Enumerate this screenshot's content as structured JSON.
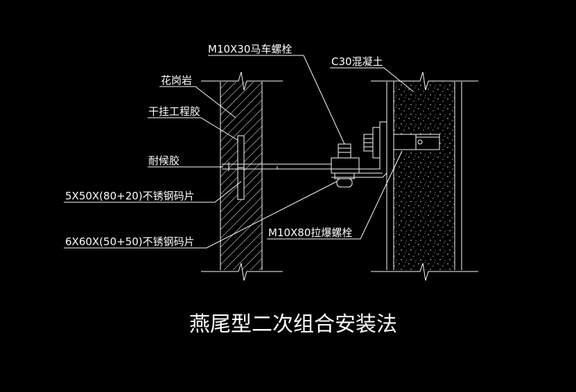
{
  "labels": {
    "bolt_m10x30": "M10X30马车螺栓",
    "concrete": "C30混凝土",
    "granite": "花岗岩",
    "dry_adhesive": "干挂工程胶",
    "weather_seal": "耐候胶",
    "plate_5x50": "5X50X(80+20)不锈钢码片",
    "plate_6x60": "6X60X(50+50)不锈钢码片",
    "anchor_m10x80": "M10X80拉爆螺栓"
  },
  "title": "燕尾型二次组合安装法",
  "colors": {
    "background": "#000000",
    "line": "#ffffff"
  }
}
